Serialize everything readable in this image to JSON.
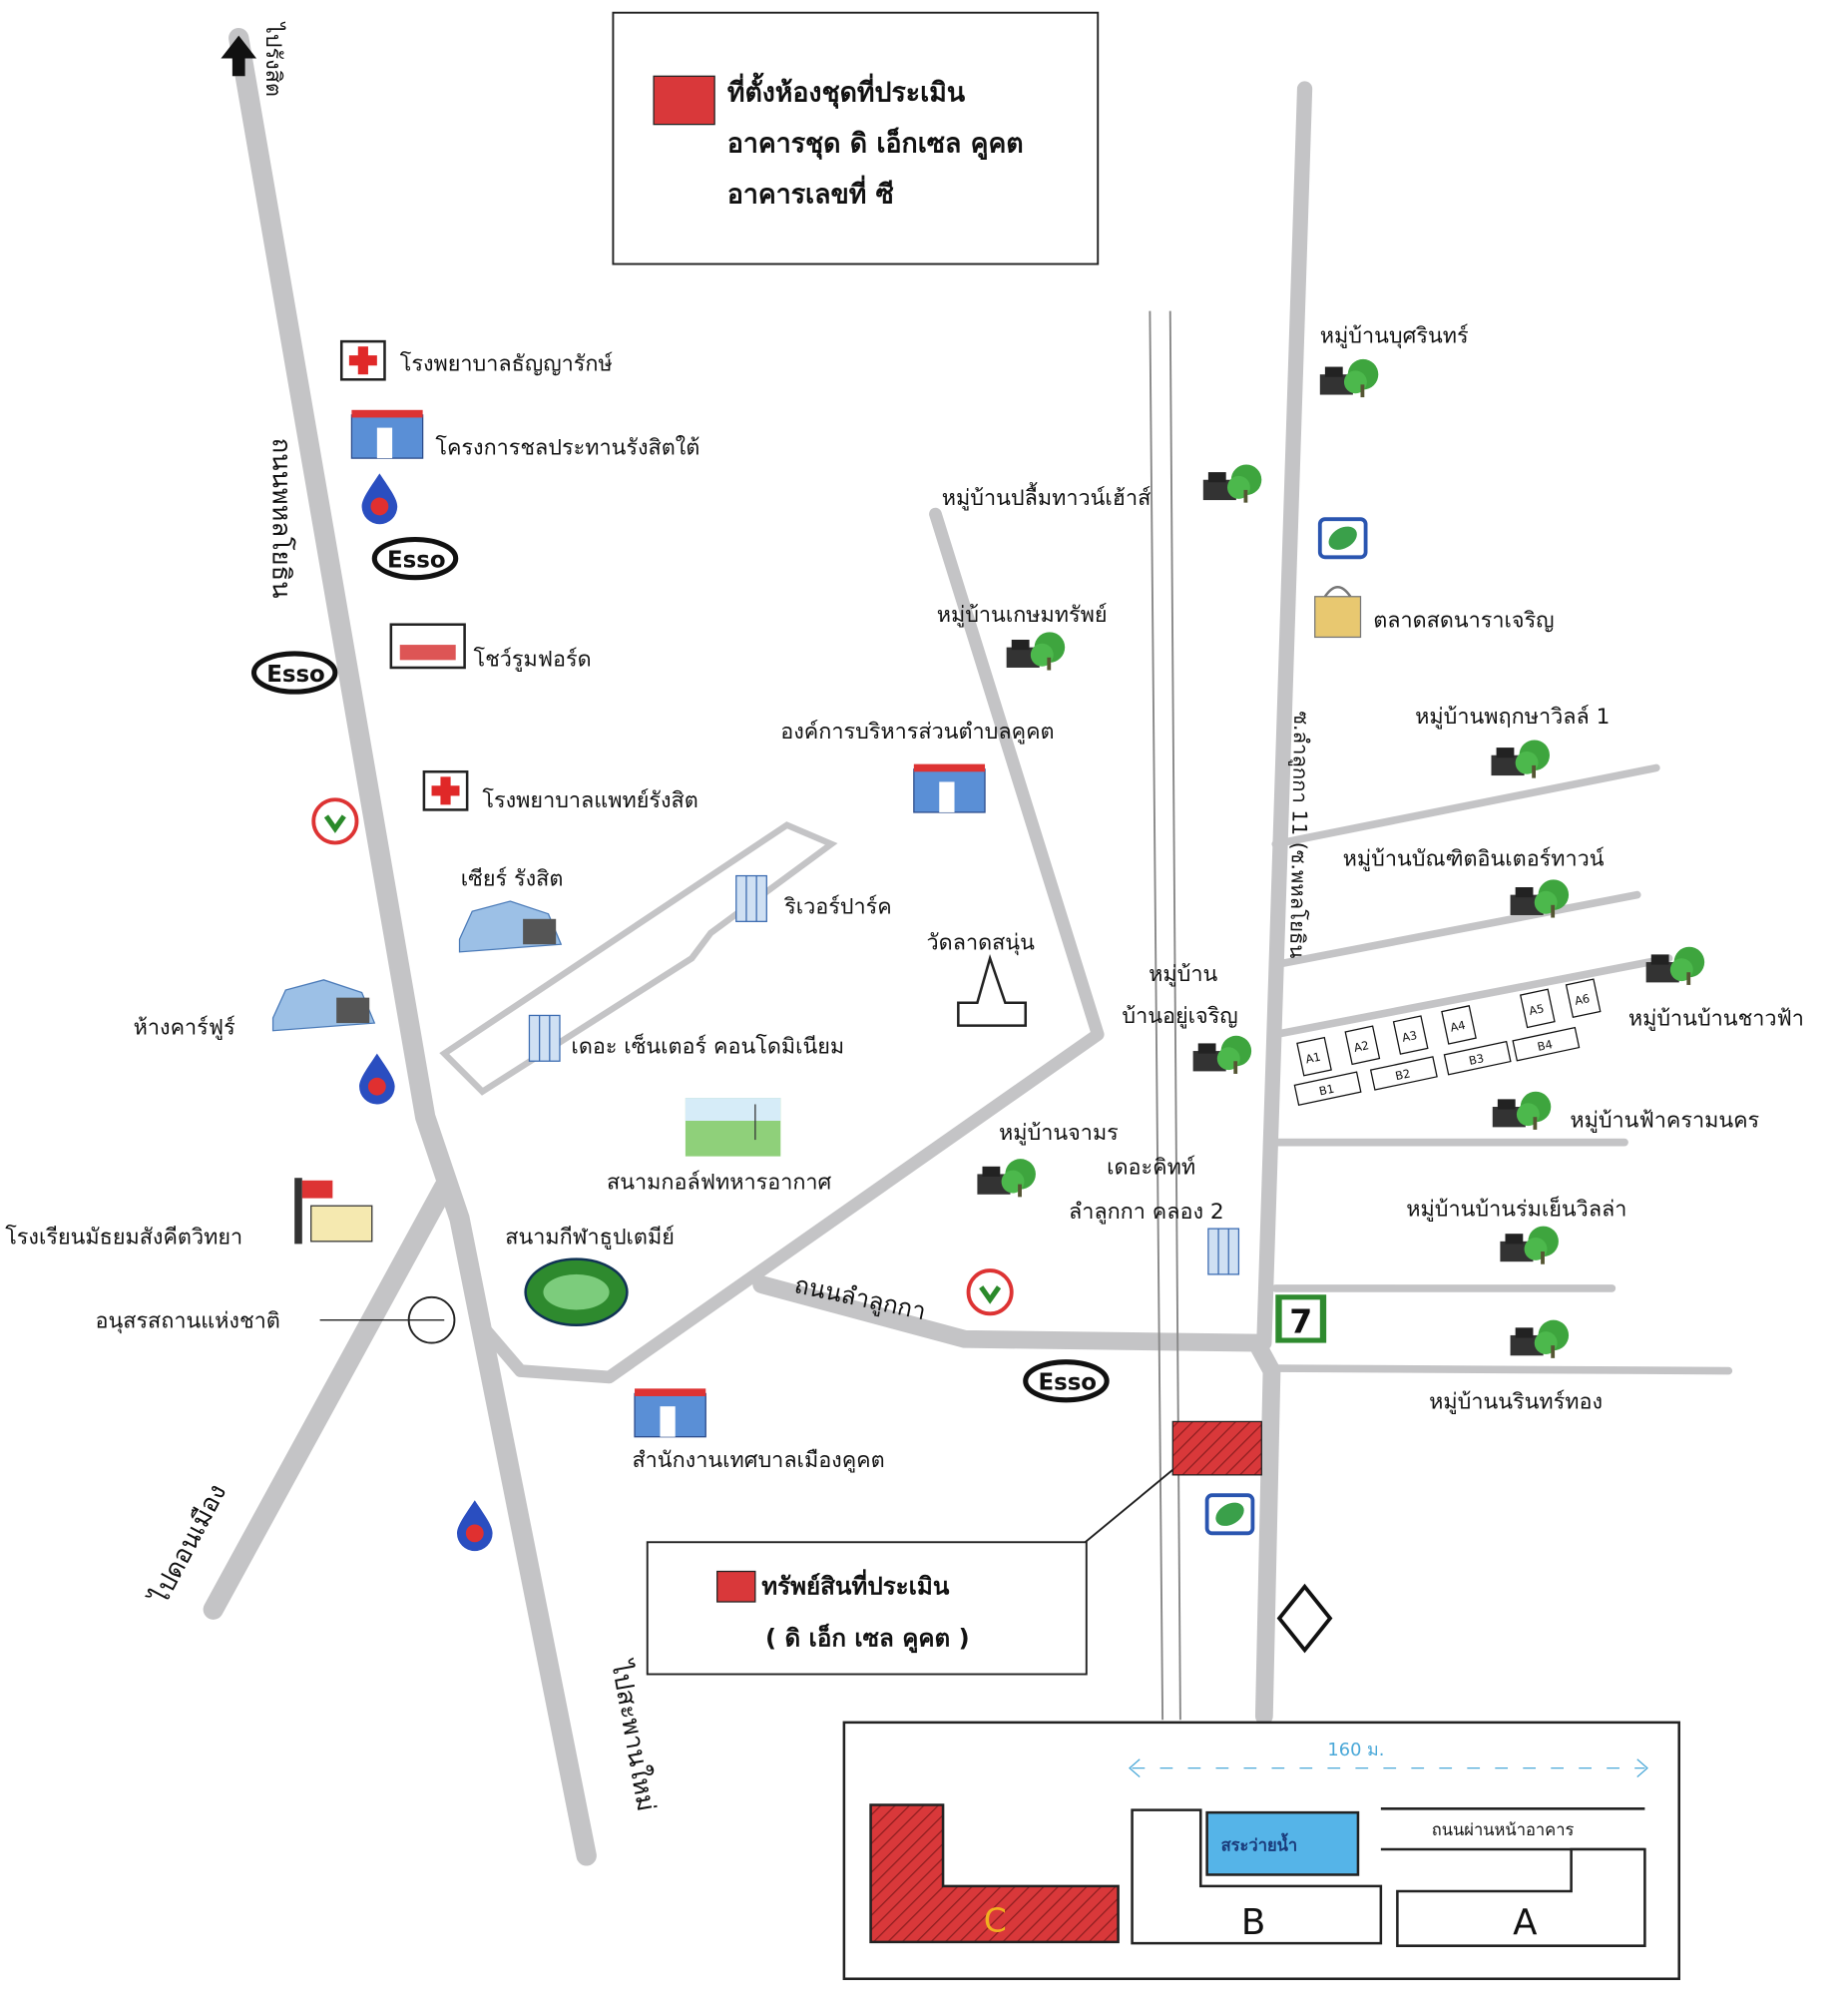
{
  "legend_top": {
    "lines": [
      "ที่ตั้งห้องชุดที่ประเมิน",
      "อาคารชุด ดิ เอ็กเซล คูคต",
      "อาคารเลขที่ ซี"
    ],
    "swatch_color": "#d9383a"
  },
  "legend_bottom": {
    "lines": [
      "ทรัพย์สินที่ประเมิน",
      "( ดิ เอ็ก เซล คูคต )"
    ]
  },
  "roads": {
    "to_rangsit": "ไปรังสิต",
    "phahonyothin": "ถนนพหลโยธิน",
    "to_don_mueang": "ไปดอนเมือง",
    "to_saphan_mai": "ไปสะพานใหม่",
    "lam_luk_ka": "ถนนลำลูกกา",
    "soi_11": "ซ.ลำลูกกา 11 (ซ.พหลโยธิน"
  },
  "places": {
    "hospital1": "โรงพยาบาลธัญญารักษ์",
    "irrigation": "โครงการชลประทานรังสิตใต้",
    "ford": "โชว์รูมฟอร์ด",
    "hospital2": "โรงพยาบาลแพทย์รังสิต",
    "cheer": "เซียร์ รังสิต",
    "carrefour": "ห้างคาร์ฟูร์",
    "school": "โรงเรียนมัธยมสังคีตวิทยา",
    "monument": "อนุสรสถานแห่งชาติ",
    "stadium": "สนามกีฬาธูปเตมีย์",
    "golf": "สนามกอล์ฟทหารอากาศ",
    "riverpark": "ริเวอร์ปาร์ค",
    "center_condo": "เดอะ เซ็นเตอร์ คอนโดมิเนียม",
    "wat": "วัดลาดสนุ่น",
    "obt": "องค์การบริหารส่วนตำบลคูคต",
    "municipal": "สำนักงานเทศบาลเมืองคูคต",
    "plum_town": "หมู่บ้านปลื้มทาวน์เฮ้าส์",
    "kasem": "หมู่บ้านเกษมทรัพย์",
    "chamorn": "หมู่บ้านจามร",
    "the_connect_1": "เดอะคิทท์",
    "the_connect_2": "ลำลูกกา คลอง 2",
    "yu_charoen_1": "หมู่บ้าน",
    "yu_charoen_2": "บ้านอยู่เจริญ",
    "busarin": "หมู่บ้านบุศรินทร์",
    "market": "ตลาดสดนาราเจริญ",
    "pruksa": "หมู่บ้านพฤกษาวิลล์ 1",
    "bandit": "หมู่บ้านบัณฑิตอินเตอร์ทาวน์",
    "chaofah": "หมู่บ้านบ้านชาวฟ้า",
    "fahram": "หมู่บ้านฟ้าครามนคร",
    "romyen": "หมู่บ้านบ้านร่มเย็นวิลล่า",
    "narin": "หมู่บ้านนรินทร์ทอง"
  },
  "logos": {
    "esso": "Esso",
    "seven": "7"
  },
  "plots": {
    "a": [
      "A1",
      "A2",
      "A3",
      "A4",
      "A5",
      "A6"
    ],
    "b": [
      "B1",
      "B2",
      "B3",
      "B4"
    ]
  },
  "site_plan": {
    "distance": "160 ม.",
    "pool": "สระว่ายน้ำ",
    "front_road": "ถนนผ่านหน้าอาคาร",
    "building_a": "A",
    "building_b": "B",
    "building_c": "C"
  }
}
